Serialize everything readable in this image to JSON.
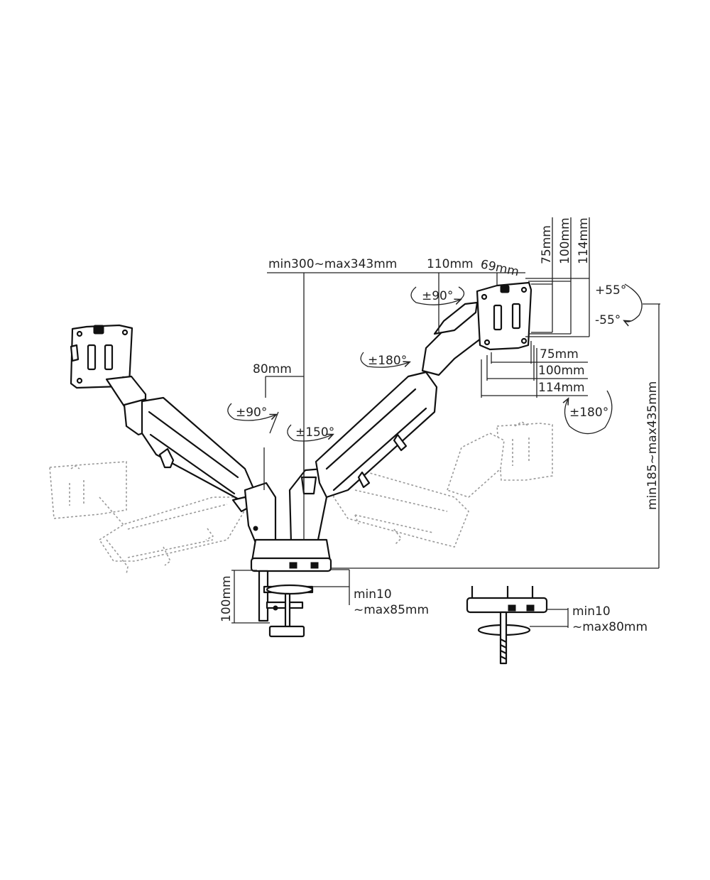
{
  "dimensions": {
    "arm_length": "min300~max343mm",
    "offset_110": "110mm",
    "offset_69": "69mm",
    "pole_offset": "80mm",
    "height_range": "min185~max435mm",
    "clamp_height": "100mm",
    "clamp_desk_line1": "min10",
    "clamp_desk_line2": "~max85mm",
    "grommet_desk_line1": "min10",
    "grommet_desk_line2": "~max80mm"
  },
  "vesa": {
    "vertical": [
      "75mm",
      "100mm",
      "114mm"
    ],
    "horizontal": [
      "75mm",
      "100mm",
      "114mm"
    ]
  },
  "rotations": {
    "swivel_head": "±90°",
    "arm_swivel_upper": "±180°",
    "arm_swivel_lower": "±90°",
    "base_swivel": "±150°",
    "tilt_up": "+55°",
    "tilt_down": "-55°",
    "rotate": "±180°"
  }
}
